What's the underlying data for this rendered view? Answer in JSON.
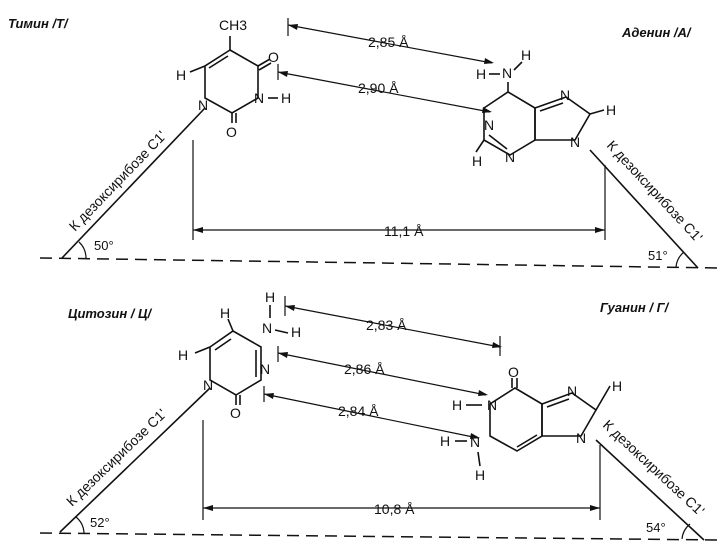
{
  "top_pair": {
    "left_title": "Тимин /Т/",
    "right_title": "Аденин /А/",
    "dist1": "2,85 Å",
    "dist2": "2,90 Å",
    "c1_dist": "11,1 Å",
    "left_angle": "50°",
    "right_angle": "51°",
    "left_sugar": "К дезоксирибозе С1'",
    "right_sugar": "К дезоксирибозе С1'"
  },
  "bottom_pair": {
    "left_title": "Цитозин / Ц/",
    "right_title": "Гуанин / Г/",
    "dist1": "2,83 Å",
    "dist2": "2,86 Å",
    "dist3": "2,84 Å",
    "c1_dist": "10,8 Å",
    "left_angle": "52°",
    "right_angle": "54°",
    "left_sugar": "К дезоксирибозе С1'",
    "right_sugar": "К дезоксирибозе С1'"
  },
  "atoms": {
    "H": "H",
    "N": "N",
    "O": "O",
    "CH3": "CH3"
  }
}
